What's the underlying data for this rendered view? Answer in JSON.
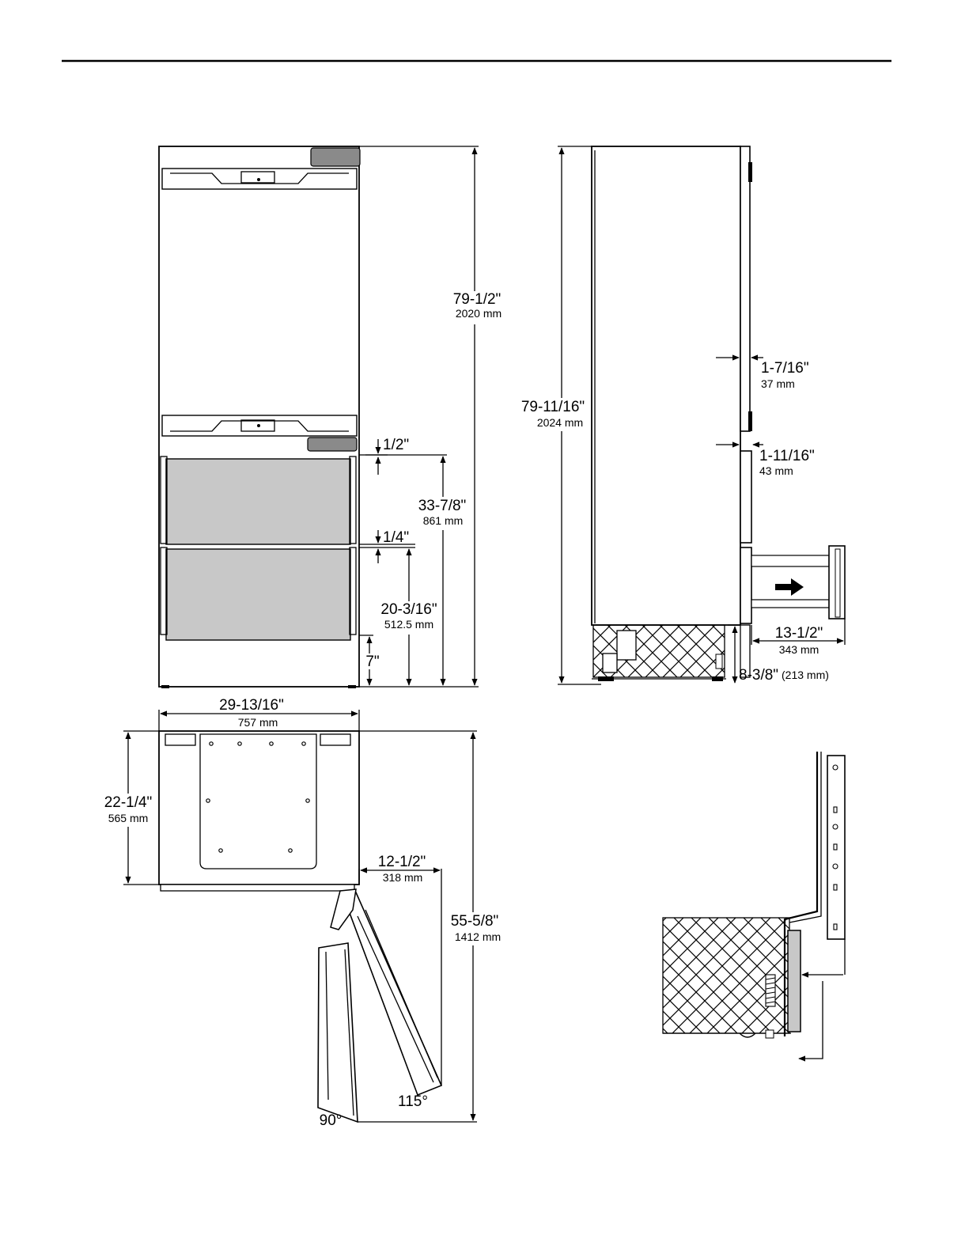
{
  "colors": {
    "line": "#000000",
    "panel_gray": "#c8c8c8",
    "background": "#ffffff"
  },
  "front_view": {
    "height": {
      "in": "79-1/2\"",
      "mm": "2020 mm"
    },
    "gap_top": {
      "in": "1/2\""
    },
    "drawer_zone": {
      "in": "33-7/8\"",
      "mm": "861 mm"
    },
    "gap_mid": {
      "in": "1/4\""
    },
    "lower_zone": {
      "in": "20-3/16\"",
      "mm": "512.5 mm"
    },
    "toe_kick": {
      "in": "7\""
    }
  },
  "side_view": {
    "height": {
      "in": "79-11/16\"",
      "mm": "2024 mm"
    },
    "door_thickness": {
      "in": "1-7/16\"",
      "mm": "37 mm"
    },
    "drawer_thickness": {
      "in": "1-11/16\"",
      "mm": "43 mm"
    },
    "drawer_extension": {
      "in": "13-1/2\"",
      "mm": "343 mm"
    },
    "base_height": {
      "in": "8-3/8\"",
      "mm": "(213 mm)"
    }
  },
  "top_view": {
    "width": {
      "in": "29-13/16\"",
      "mm": "757 mm"
    },
    "depth": {
      "in": "22-1/4\"",
      "mm": "565 mm"
    },
    "door_offset": {
      "in": "12-1/2\"",
      "mm": "318 mm"
    },
    "swing_depth": {
      "in": "55-5/8\"",
      "mm": "1412 mm"
    },
    "angle_90": "90°",
    "angle_115": "115°"
  }
}
